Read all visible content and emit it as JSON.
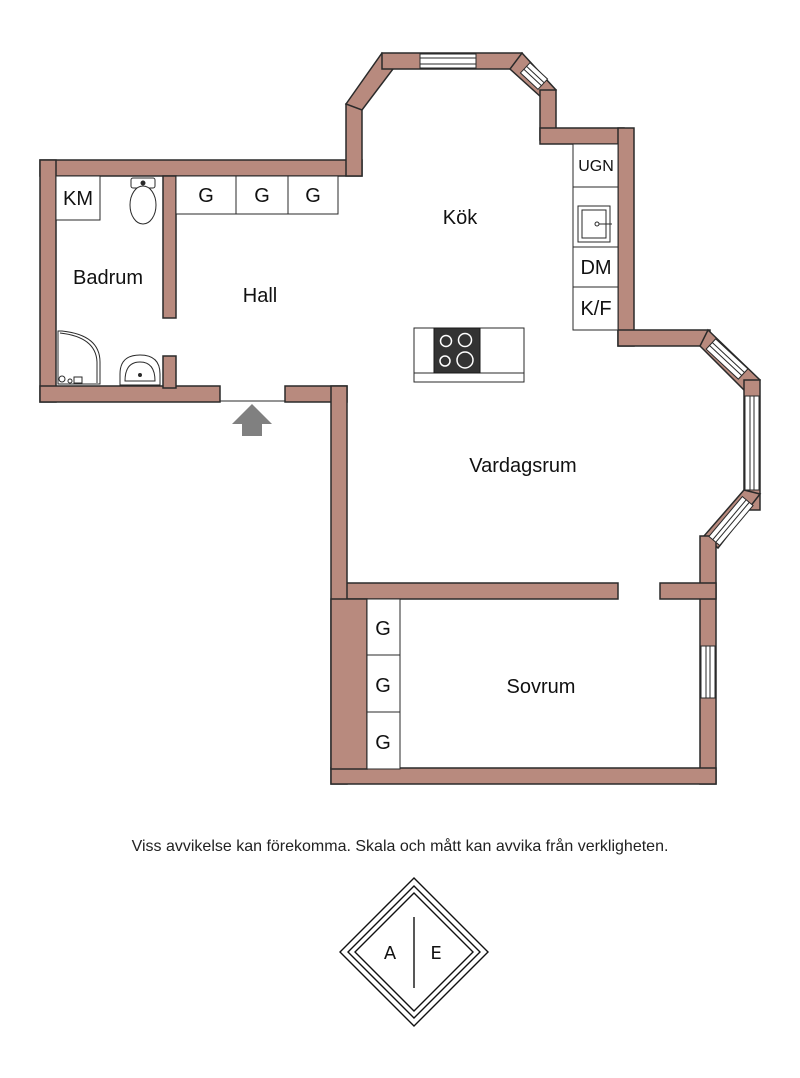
{
  "rooms": {
    "kitchen": "Kök",
    "hall": "Hall",
    "bathroom": "Badrum",
    "living": "Vardagsrum",
    "bedroom": "Sovrum"
  },
  "fixtures": {
    "washer": "KM",
    "oven": "UGN",
    "dishwasher": "DM",
    "fridge_freezer": "K/F",
    "wardrobe": "G"
  },
  "disclaimer": "Viss avvikelse kan förekomma. Skala och mått kan avvika från verkligheten.",
  "logo": {
    "left": "A",
    "right": "E"
  },
  "colors": {
    "wall": "#b88a7e",
    "wall_edge": "#2a2a2a",
    "arrow": "#808080"
  }
}
